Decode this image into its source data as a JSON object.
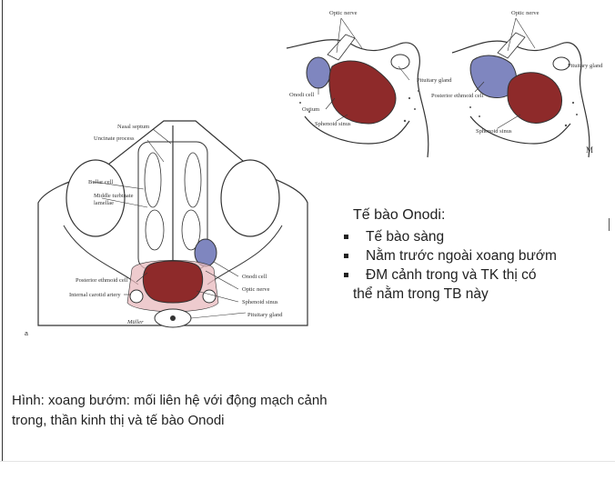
{
  "figures": {
    "top_left": {
      "labels": {
        "optic_nerve": "Optic nerve",
        "pituitary_gland": "Pituitary gland",
        "onodi_cell": "Onodi cell",
        "ostium": "Ostium",
        "sphenoid_sinus": "Sphenoid sinus"
      }
    },
    "top_right": {
      "labels": {
        "optic_nerve": "Optic nerve",
        "pituitary_gland": "Pituitary gland",
        "posterior_ethmoid_cell": "Posterior ethmoid cell",
        "sphenoid_sinus": "Sphenoid sinus"
      }
    },
    "axial": {
      "labels": {
        "nasal_septum": "Nasal septum",
        "uncinate_process": "Uncinate process",
        "bullar_cell": "Bullar cell",
        "middle_turbinate_lamellae": "Middle turbinate lamellae",
        "posterior_ethmoid_cell": "Posterior ethmoid cell",
        "internal_carotid_artery": "Internal carotid artery",
        "onodi_cell": "Onodi cell",
        "optic_nerve": "Optic nerve",
        "sphenoid_sinus": "Sphenoid sinus",
        "pituitary_gland": "Pituitary gland"
      },
      "signature": "Müller",
      "corner_mark": "a"
    },
    "colors": {
      "sphenoid_red": "#8e2a2a",
      "onodi_blue": "#7f86bf",
      "overlay_pink": "#e8b9bd",
      "line": "#333333"
    }
  },
  "notes": {
    "heading": "Tế bào Onodi:",
    "bullets": [
      "Tế bào sàng",
      "Nằm trước ngoài xoang bướm",
      "ĐM cảnh trong và TK thị có"
    ],
    "continuation": "thể nằm trong TB này"
  },
  "caption": {
    "line1": "Hình: xoang bướm: mối liên hệ với động mạch cảnh",
    "line2": "trong, thần kinh thị và tế bào Onodi"
  }
}
